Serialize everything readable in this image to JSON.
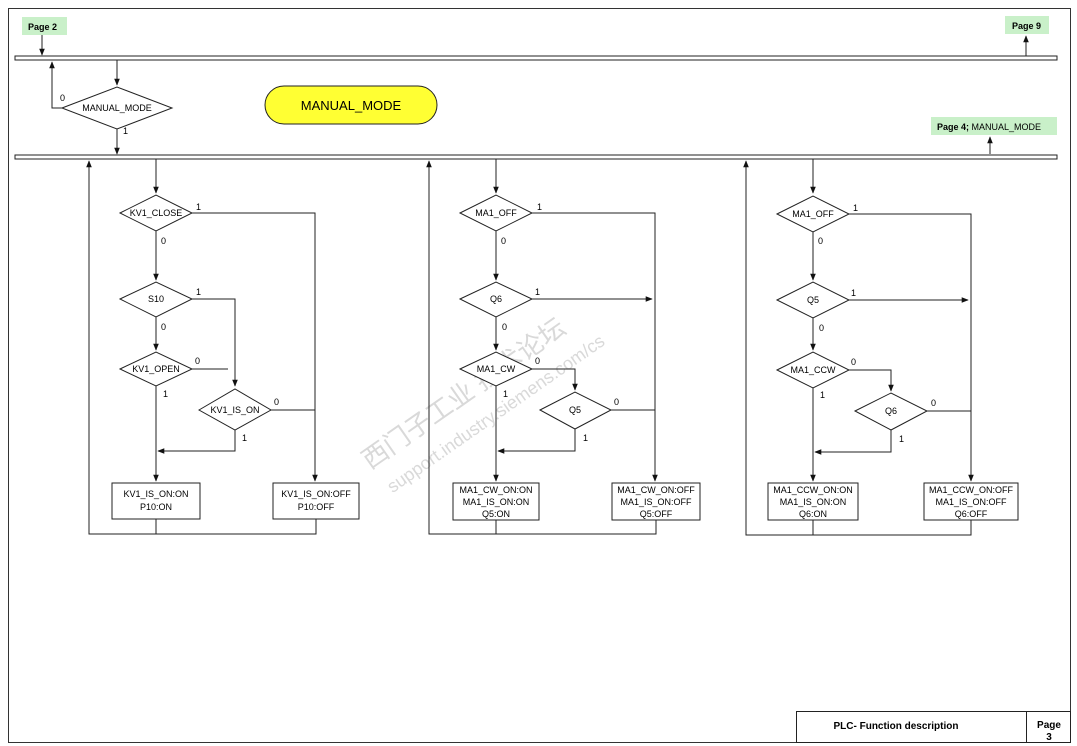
{
  "page_refs": {
    "prev": "Page 2",
    "next": "Page 9",
    "page4_bold": "Page 4;",
    "page4_rest": " MANUAL_MODE"
  },
  "title_pill": "MANUAL_MODE",
  "colors": {
    "pill": "#ffff33",
    "tag": "#c9f0c9"
  },
  "mode_decision": {
    "label": "MANUAL_MODE",
    "no": "0",
    "yes": "1"
  },
  "watermark": {
    "cn": "西门子工业 技术论坛",
    "url": "support.industry.siemens.com/cs"
  },
  "kv1": {
    "d1": "KV1_CLOSE",
    "d2": "S10",
    "d3": "KV1_OPEN",
    "d4": "KV1_IS_ON",
    "box_on": [
      "KV1_IS_ON:ON",
      "P10:ON"
    ],
    "box_off": [
      "KV1_IS_ON:OFF",
      "P10:OFF"
    ]
  },
  "ma_cw": {
    "d1": "MA1_OFF",
    "d2": "Q6",
    "d3": "MA1_CW",
    "d4": "Q5",
    "box_on": [
      "MA1_CW_ON:ON",
      "MA1_IS_ON:ON",
      "Q5:ON"
    ],
    "box_off": [
      "MA1_CW_ON:OFF",
      "MA1_IS_ON:OFF",
      "Q5:OFF"
    ]
  },
  "ma_ccw": {
    "d1": "MA1_OFF",
    "d2": "Q5",
    "d3": "MA1_CCW",
    "d4": "Q6",
    "box_on": [
      "MA1_CCW_ON:ON",
      "MA1_IS_ON:ON",
      "Q6:ON"
    ],
    "box_off": [
      "MA1_CCW_ON:OFF",
      "MA1_IS_ON:OFF",
      "Q6:OFF"
    ]
  },
  "branch": {
    "one": "1",
    "zero": "0"
  },
  "footer": {
    "description": "PLC- Function description",
    "page_label": "Page",
    "page_number": "3"
  }
}
